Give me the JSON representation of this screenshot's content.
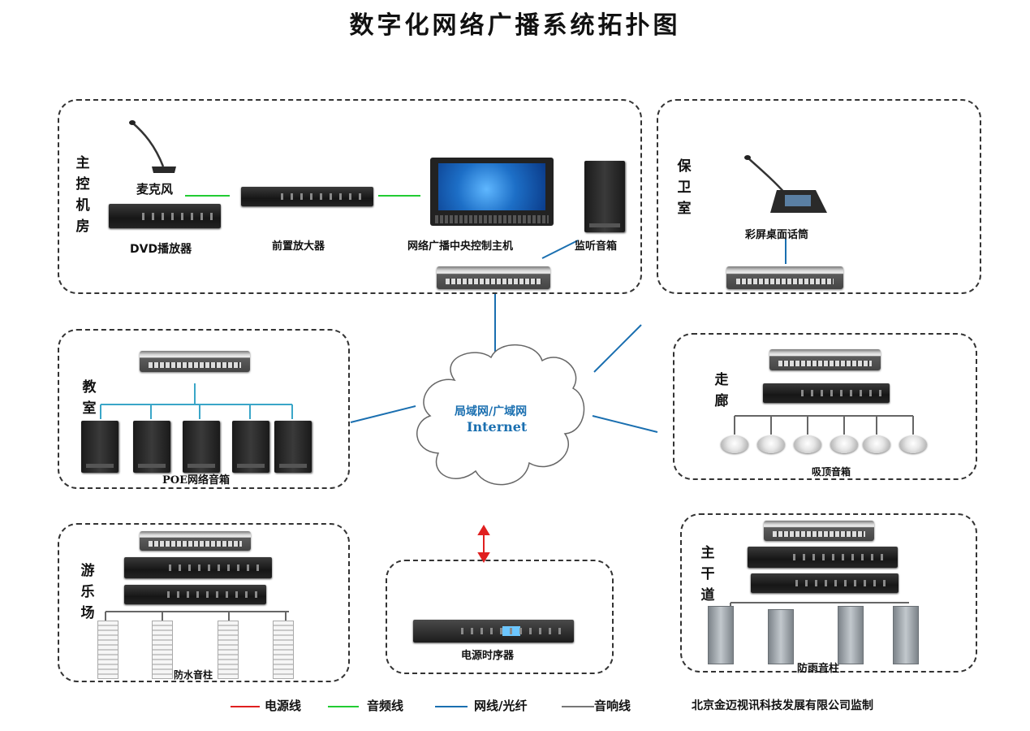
{
  "title": "数字化网络广播系统拓扑图",
  "zones": {
    "main_room": {
      "label": "主控机房",
      "microphone": "麦克风",
      "dvd": "DVD播放器",
      "preamp": "前置放大器",
      "host": "网络广播中央控制主机",
      "monitor_speaker": "监听音箱"
    },
    "guard": {
      "label": "保卫室",
      "mic": "彩屏桌面话筒"
    },
    "classroom": {
      "label": "教室",
      "speakers": "POE网络音箱"
    },
    "corridor": {
      "label": "走廊",
      "speakers": "吸顶音箱"
    },
    "playground": {
      "label": "游乐场",
      "speakers": "防水音柱"
    },
    "power": {
      "label": "电源时序器"
    },
    "road": {
      "label": "主干道",
      "speakers": "防雨音柱"
    }
  },
  "cloud": {
    "line1": "局域网/广域网",
    "line2": "Internet"
  },
  "legend": [
    {
      "label": "电源线",
      "color": "#e02020"
    },
    {
      "label": "音频线",
      "color": "#22cc33"
    },
    {
      "label": "网线/光纤",
      "color": "#1a6fb0"
    },
    {
      "label": "音响线",
      "color": "#777777"
    }
  ],
  "footer": "北京金迈视讯科技发展有限公司监制"
}
